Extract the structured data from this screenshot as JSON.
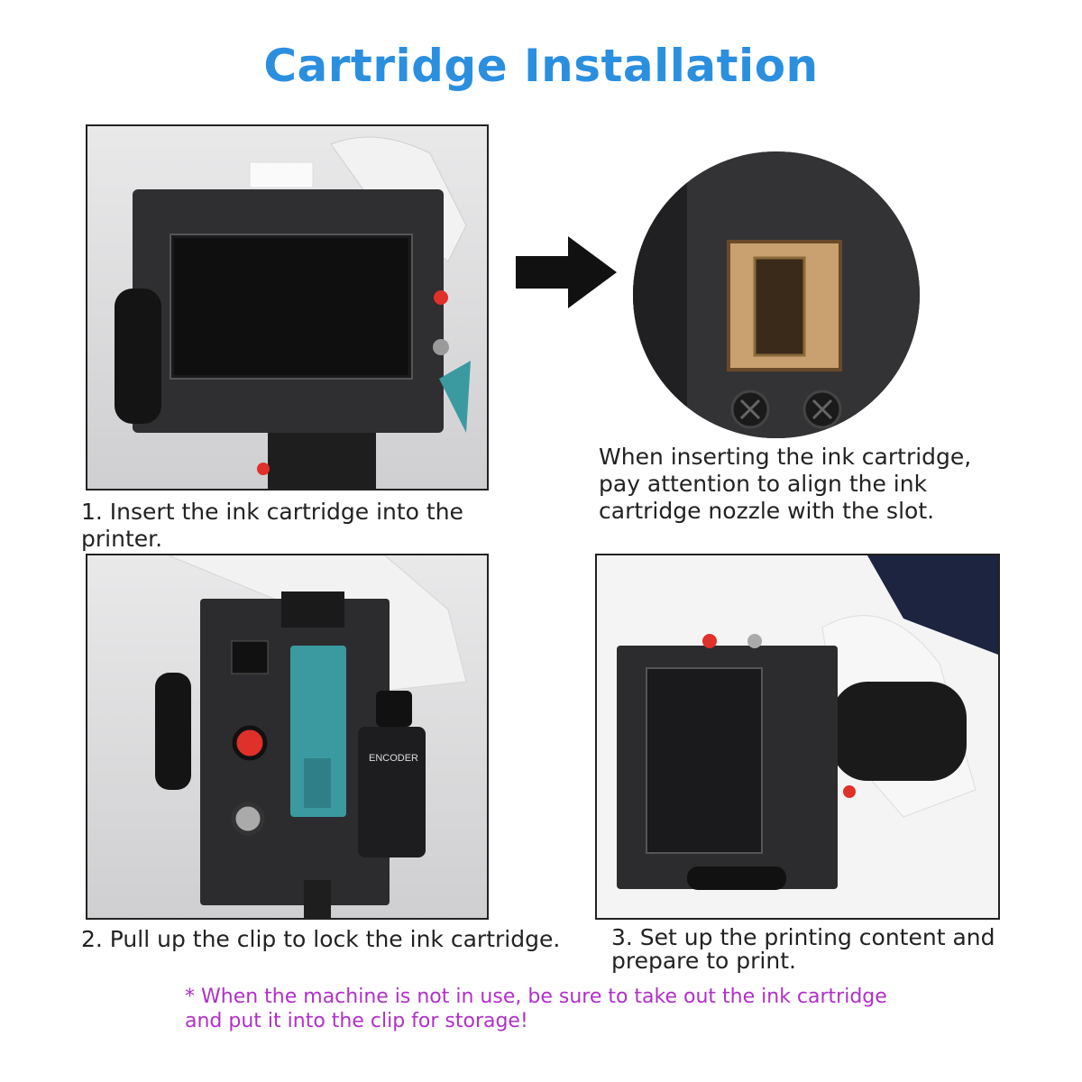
{
  "title": "Cartridge Installation",
  "steps": [
    {
      "caption": "1. Insert the ink cartridge into the printer."
    },
    {
      "caption": "When inserting the ink cartridge, pay attention to align the ink cartridge nozzle with the slot."
    },
    {
      "caption": "2. Pull up the clip to lock the ink cartridge."
    },
    {
      "caption": "3. Set up the printing content and prepare to print."
    }
  ],
  "encoder_label": "ENCODER",
  "note": "* When the machine is not in use, be sure to take out the ink cartridge\n and put it into the clip for storage!",
  "colors": {
    "title": "#2b8fe0",
    "note": "#b030c8",
    "device": "#2a2a2c",
    "accent_red": "#e0302a",
    "clip_teal": "#3a9aa0"
  }
}
